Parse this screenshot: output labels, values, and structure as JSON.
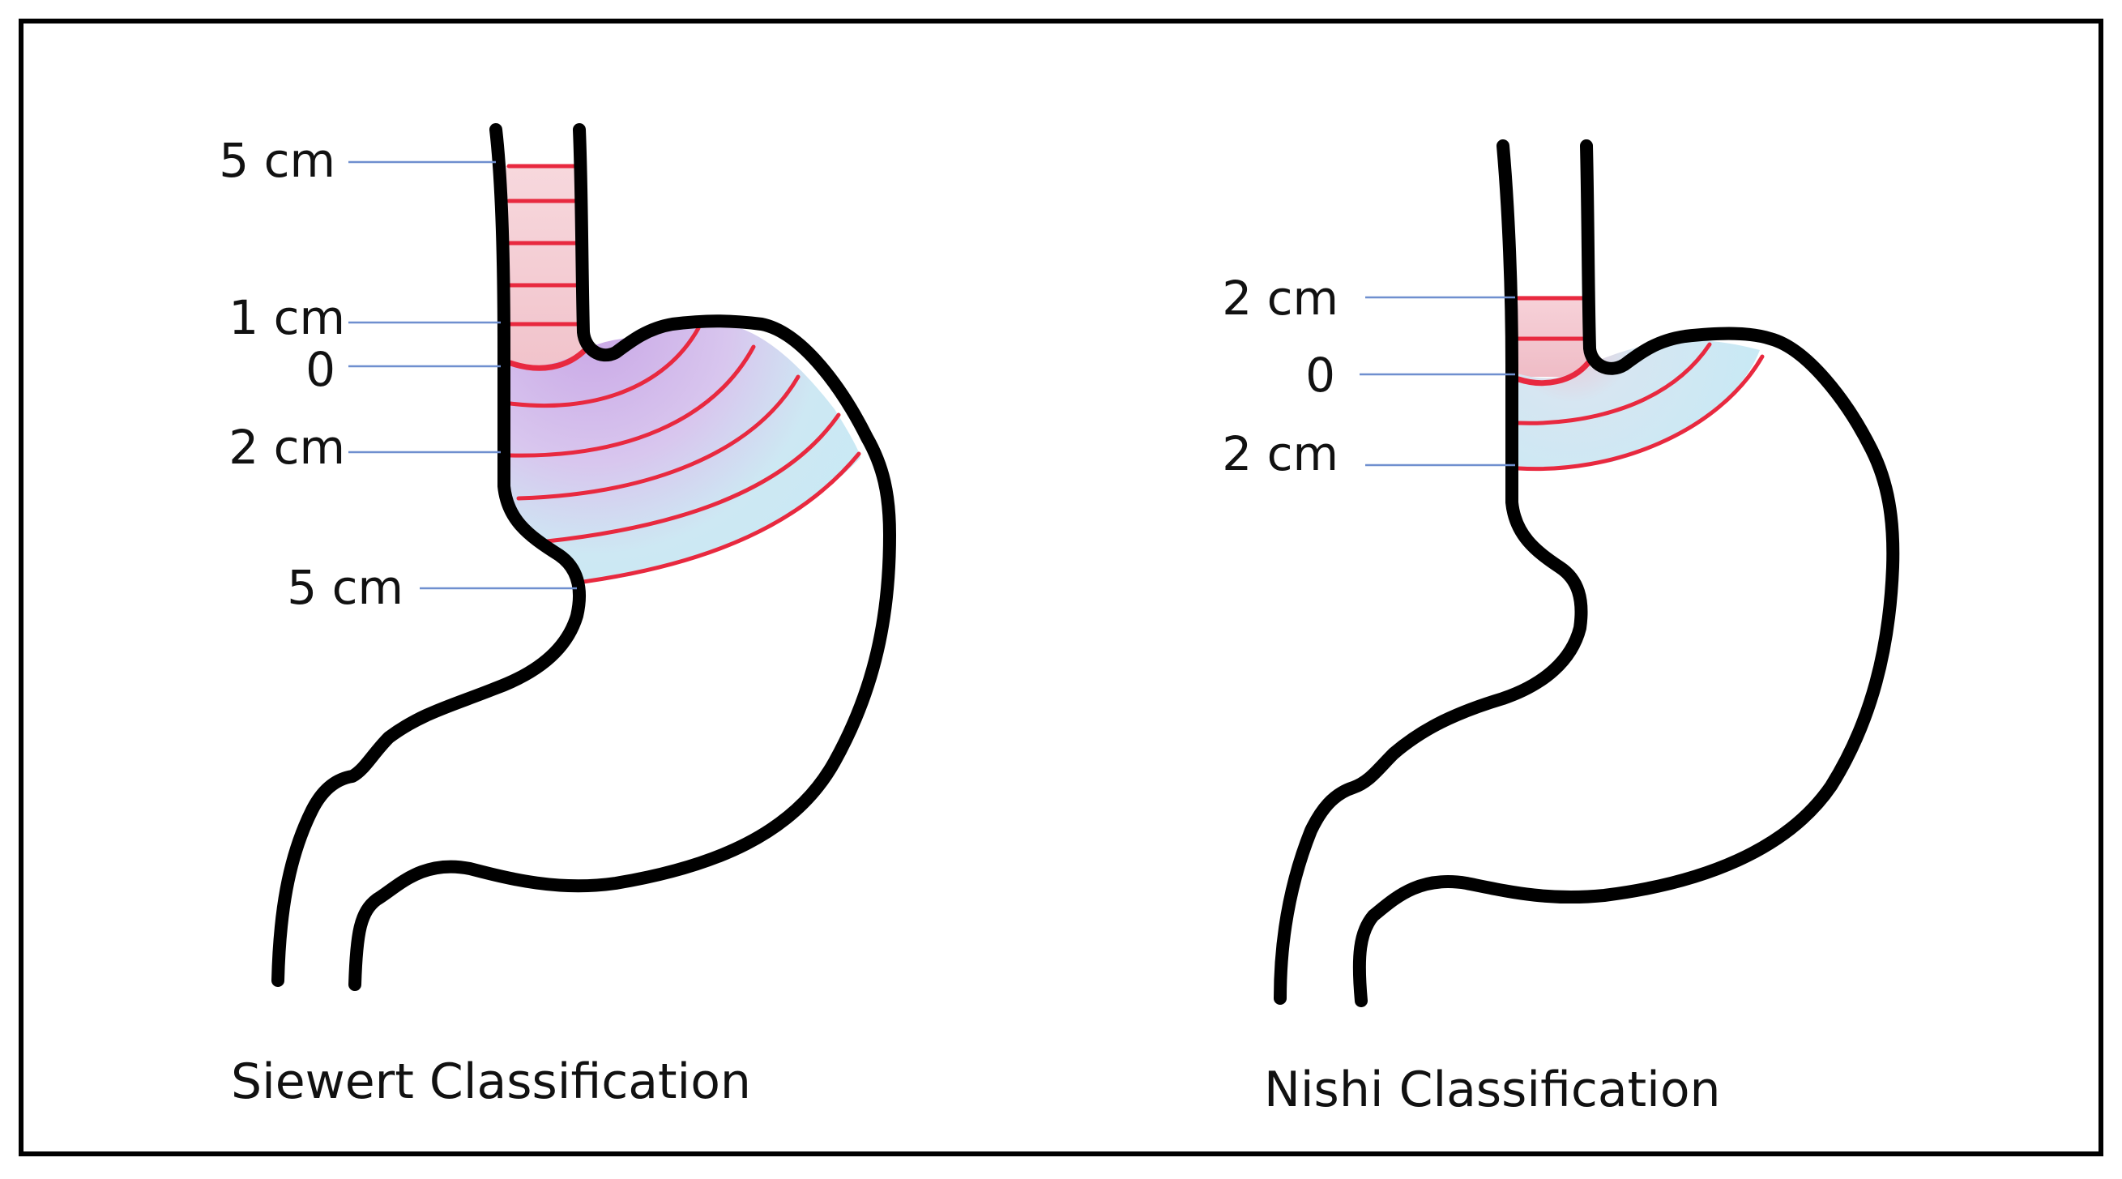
{
  "siewert": {
    "caption": "Siewert Classification",
    "labels": [
      "5 cm",
      "1 cm",
      "0",
      "2 cm",
      "5 cm"
    ]
  },
  "nishi": {
    "caption": "Nishi Classification",
    "labels": [
      "2 cm",
      "0",
      "2 cm"
    ]
  },
  "colors": {
    "frame": "#000000",
    "zone_line": "#e8293f",
    "esophageal_fill": "#f6d0d6",
    "gastric_fill": "#cfeaf4",
    "overlap_fill": "#d9b8ea",
    "leader_line": "#6f8fcf"
  }
}
